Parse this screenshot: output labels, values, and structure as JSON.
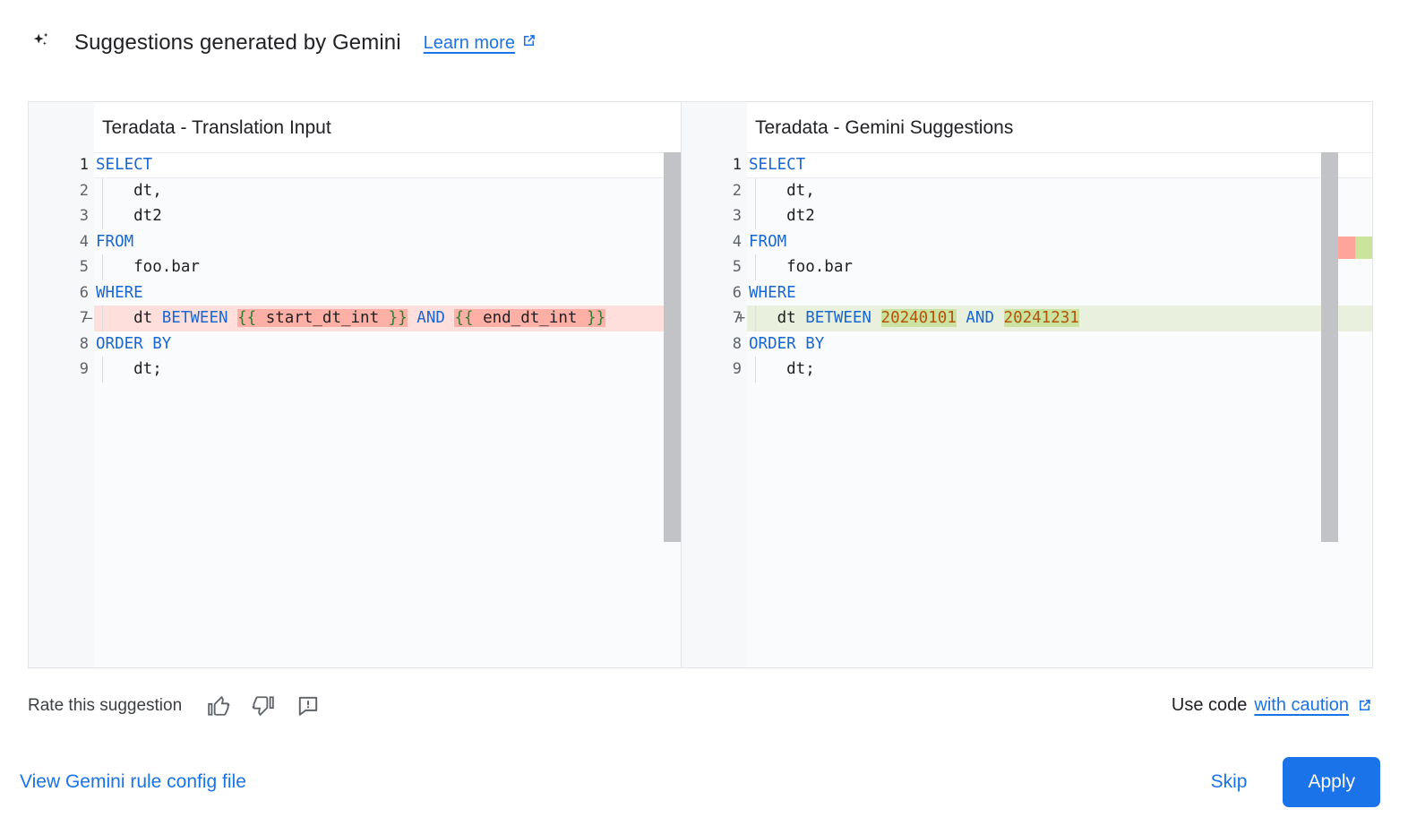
{
  "header": {
    "sparkle_icon": "sparkle-icon",
    "title": "Suggestions generated by Gemini",
    "learn_more": "Learn more",
    "learn_more_icon": "external-link-icon"
  },
  "diff": {
    "left": {
      "title": "Teradata - Translation Input",
      "lines": [
        {
          "n": "1",
          "sign": "",
          "state": "active",
          "indent": false,
          "tokens": [
            {
              "t": "SELECT",
              "c": "kw"
            }
          ]
        },
        {
          "n": "2",
          "sign": "",
          "state": "",
          "indent": true,
          "tokens": [
            {
              "t": "    dt,",
              "c": ""
            }
          ]
        },
        {
          "n": "3",
          "sign": "",
          "state": "",
          "indent": true,
          "tokens": [
            {
              "t": "    dt2",
              "c": ""
            }
          ]
        },
        {
          "n": "4",
          "sign": "",
          "state": "",
          "indent": false,
          "tokens": [
            {
              "t": "FROM",
              "c": "kw"
            }
          ]
        },
        {
          "n": "5",
          "sign": "",
          "state": "",
          "indent": true,
          "tokens": [
            {
              "t": "    foo.bar",
              "c": ""
            }
          ]
        },
        {
          "n": "6",
          "sign": "",
          "state": "",
          "indent": false,
          "tokens": [
            {
              "t": "WHERE",
              "c": "kw"
            }
          ]
        },
        {
          "n": "7",
          "sign": "—",
          "state": "del",
          "indent": true,
          "tokens": [
            {
              "t": "    dt ",
              "c": ""
            },
            {
              "t": "BETWEEN",
              "c": "kw"
            },
            {
              "t": " ",
              "c": ""
            },
            {
              "t": "{{ start_dt_int }}",
              "c": "hl-del"
            },
            {
              "t": " ",
              "c": ""
            },
            {
              "t": "AND",
              "c": "kw"
            },
            {
              "t": " ",
              "c": ""
            },
            {
              "t": "{{ end_dt_int }}",
              "c": "hl-del"
            }
          ]
        },
        {
          "n": "8",
          "sign": "",
          "state": "",
          "indent": false,
          "tokens": [
            {
              "t": "ORDER BY",
              "c": "kw"
            }
          ]
        },
        {
          "n": "9",
          "sign": "",
          "state": "",
          "indent": true,
          "tokens": [
            {
              "t": "    dt;",
              "c": ""
            }
          ]
        }
      ]
    },
    "right": {
      "title": "Teradata - Gemini Suggestions",
      "lines": [
        {
          "n": "1",
          "sign": "",
          "state": "active",
          "indent": false,
          "tokens": [
            {
              "t": "SELECT",
              "c": "kw"
            }
          ]
        },
        {
          "n": "2",
          "sign": "",
          "state": "",
          "indent": true,
          "tokens": [
            {
              "t": "    dt,",
              "c": ""
            }
          ]
        },
        {
          "n": "3",
          "sign": "",
          "state": "",
          "indent": true,
          "tokens": [
            {
              "t": "    dt2",
              "c": ""
            }
          ]
        },
        {
          "n": "4",
          "sign": "",
          "state": "",
          "indent": false,
          "tokens": [
            {
              "t": "FROM",
              "c": "kw"
            }
          ]
        },
        {
          "n": "5",
          "sign": "",
          "state": "",
          "indent": true,
          "tokens": [
            {
              "t": "    foo.bar",
              "c": ""
            }
          ]
        },
        {
          "n": "6",
          "sign": "",
          "state": "",
          "indent": false,
          "tokens": [
            {
              "t": "WHERE",
              "c": "kw"
            }
          ]
        },
        {
          "n": "7",
          "sign": "+",
          "state": "add",
          "indent": true,
          "tokens": [
            {
              "t": "   dt ",
              "c": ""
            },
            {
              "t": "BETWEEN",
              "c": "kw"
            },
            {
              "t": " ",
              "c": ""
            },
            {
              "t": "20240101",
              "c": "hl-add num"
            },
            {
              "t": " ",
              "c": ""
            },
            {
              "t": "AND",
              "c": "kw"
            },
            {
              "t": " ",
              "c": ""
            },
            {
              "t": "20241231",
              "c": "hl-add num"
            }
          ]
        },
        {
          "n": "8",
          "sign": "",
          "state": "",
          "indent": false,
          "tokens": [
            {
              "t": "ORDER BY",
              "c": "kw"
            }
          ]
        },
        {
          "n": "9",
          "sign": "",
          "state": "",
          "indent": true,
          "tokens": [
            {
              "t": "    dt;",
              "c": ""
            }
          ]
        }
      ]
    },
    "overview": {
      "removed_color": "#ffa49a",
      "added_color": "#cbe49b"
    }
  },
  "rate": {
    "label": "Rate this suggestion",
    "thumb_up_icon": "thumb-up-icon",
    "thumb_down_icon": "thumb-down-icon",
    "report_icon": "report-feedback-icon"
  },
  "caution": {
    "prefix": "Use code",
    "link": "with caution",
    "link_icon": "external-link-icon"
  },
  "footer": {
    "config_link": "View Gemini rule config file",
    "skip": "Skip",
    "apply": "Apply"
  },
  "colors": {
    "accent": "#1a73e8",
    "diff_removed_row": "#ffdfdb",
    "diff_removed_word": "#ffb0a6",
    "diff_added_row": "#e9f0dd",
    "diff_added_word": "#cbe2a0",
    "keyword": "#1967d2",
    "number": "#b45309"
  }
}
